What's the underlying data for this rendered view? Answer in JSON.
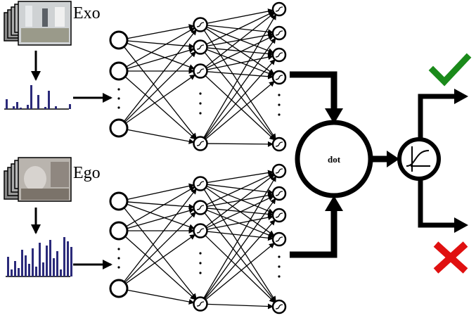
{
  "labels": {
    "exo": "Exo",
    "ego": "Ego",
    "dot": "dot"
  },
  "hist_color": "#2b2a7a",
  "check_color": "#1a8a1a",
  "cross_color": "#e01010"
}
